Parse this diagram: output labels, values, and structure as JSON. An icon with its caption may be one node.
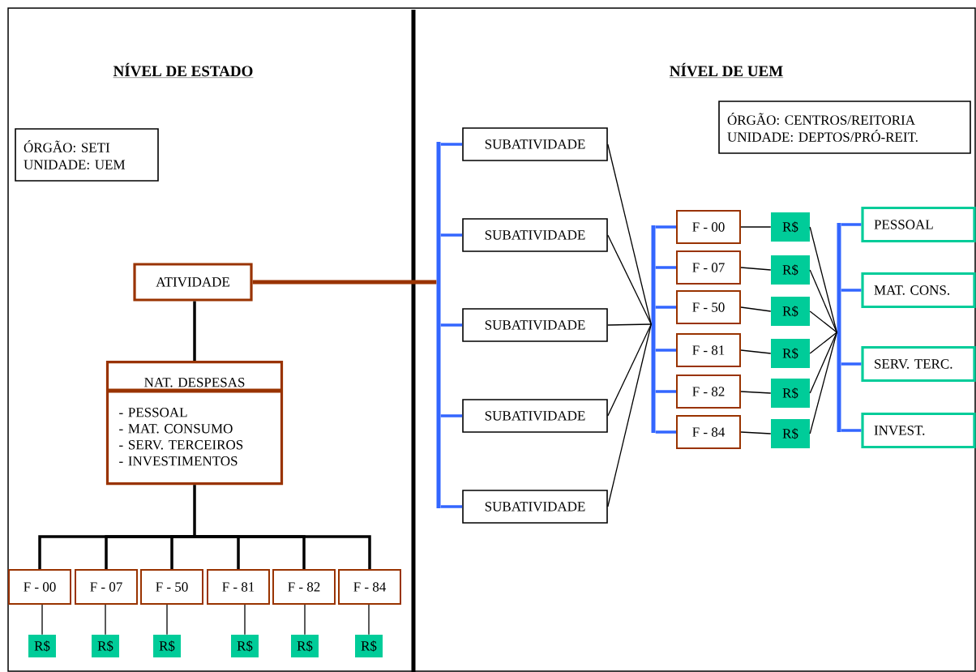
{
  "diagram": {
    "nodes": [
      {
        "text": [
          "ÓRGÃO: SETI",
          "UNIDADE: UEM"
        ]
      },
      {
        "text": [
          "ATIVIDADE"
        ]
      },
      {
        "text": [
          "NAT. DESPESAS",
          "- PESSOAL",
          "- MAT. CONSUMO",
          "- SERV. TERCEIROS",
          "- INVESTIMENTOS"
        ]
      },
      {
        "text": [
          "F - 00"
        ]
      },
      {
        "text": [
          "F - 07"
        ]
      },
      {
        "text": [
          "F - 50"
        ]
      },
      {
        "text": [
          "F - 81"
        ]
      },
      {
        "text": [
          "F - 82"
        ]
      },
      {
        "text": [
          "F - 84"
        ]
      },
      {
        "text": [
          "R$"
        ]
      },
      {
        "text": [
          "R$"
        ]
      },
      {
        "text": [
          "R$"
        ]
      },
      {
        "text": [
          "R$"
        ]
      },
      {
        "text": [
          "R$"
        ]
      },
      {
        "text": [
          "R$"
        ]
      },
      {
        "text": [
          "ÓRGÃO: CENTROS/REITORIA",
          "UNIDADE: DEPTOS/PRÓ-REIT."
        ]
      },
      {
        "text": [
          "SUBATIVIDADE"
        ]
      },
      {
        "text": [
          "SUBATIVIDADE"
        ]
      },
      {
        "text": [
          "SUBATIVIDADE"
        ]
      },
      {
        "text": [
          "SUBATIVIDADE"
        ]
      },
      {
        "text": [
          "SUBATIVIDADE"
        ]
      },
      {
        "text": [
          "F - 00"
        ]
      },
      {
        "text": [
          "F - 07"
        ]
      },
      {
        "text": [
          "F - 50"
        ]
      },
      {
        "text": [
          "F - 81"
        ]
      },
      {
        "text": [
          "F - 82"
        ]
      },
      {
        "text": [
          "F - 84"
        ]
      },
      {
        "text": [
          "R$"
        ]
      },
      {
        "text": [
          "R$"
        ]
      },
      {
        "text": [
          "R$"
        ]
      },
      {
        "text": [
          "R$"
        ]
      },
      {
        "text": [
          "R$"
        ]
      },
      {
        "text": [
          "R$"
        ]
      },
      {
        "text": [
          "PESSOAL"
        ]
      },
      {
        "text": [
          "MAT. CONS."
        ]
      },
      {
        "text": [
          "SERV. TERC."
        ]
      },
      {
        "text": [
          "INVEST."
        ]
      },
      {
        "text": [],
        "shape": "bar"
      },
      {
        "text": [],
        "shape": "bar"
      },
      {
        "text": [],
        "shape": "bar"
      }
    ],
    "edges": [
      {
        "from": 1,
        "to": 2,
        "arrow": "none",
        "style": "thick"
      },
      {
        "from": 2,
        "to": 3,
        "arrow": "none",
        "style": "thick"
      },
      {
        "from": 2,
        "to": 4,
        "arrow": "none",
        "style": "thick"
      },
      {
        "from": 2,
        "to": 5,
        "arrow": "none",
        "style": "thick"
      },
      {
        "from": 2,
        "to": 6,
        "arrow": "none",
        "style": "thick"
      },
      {
        "from": 2,
        "to": 7,
        "arrow": "none",
        "style": "thick"
      },
      {
        "from": 2,
        "to": 8,
        "arrow": "none",
        "style": "thick"
      },
      {
        "from": 3,
        "to": 9,
        "arrow": "none"
      },
      {
        "from": 4,
        "to": 10,
        "arrow": "none"
      },
      {
        "from": 5,
        "to": 11,
        "arrow": "none"
      },
      {
        "from": 6,
        "to": 12,
        "arrow": "none"
      },
      {
        "from": 7,
        "to": 13,
        "arrow": "none"
      },
      {
        "from": 8,
        "to": 14,
        "arrow": "none"
      },
      {
        "from": 1,
        "to": 37,
        "arrow": "none",
        "style": "thick",
        "color": "#993300"
      },
      {
        "from": 37,
        "to": 16,
        "arrow": "none",
        "style": "thick",
        "color": "#3366ff"
      },
      {
        "from": 37,
        "to": 17,
        "arrow": "none",
        "style": "thick",
        "color": "#3366ff"
      },
      {
        "from": 37,
        "to": 18,
        "arrow": "none",
        "style": "thick",
        "color": "#3366ff"
      },
      {
        "from": 37,
        "to": 19,
        "arrow": "none",
        "style": "thick",
        "color": "#3366ff"
      },
      {
        "from": 37,
        "to": 20,
        "arrow": "none",
        "style": "thick",
        "color": "#3366ff"
      },
      {
        "from": 16,
        "to": 38,
        "arrow": "none"
      },
      {
        "from": 17,
        "to": 38,
        "arrow": "none"
      },
      {
        "from": 18,
        "to": 38,
        "arrow": "none"
      },
      {
        "from": 19,
        "to": 38,
        "arrow": "none"
      },
      {
        "from": 20,
        "to": 38,
        "arrow": "none"
      },
      {
        "from": 38,
        "to": 21,
        "arrow": "none",
        "style": "thick",
        "color": "#3366ff"
      },
      {
        "from": 38,
        "to": 22,
        "arrow": "none",
        "style": "thick",
        "color": "#3366ff"
      },
      {
        "from": 38,
        "to": 23,
        "arrow": "none",
        "style": "thick",
        "color": "#3366ff"
      },
      {
        "from": 38,
        "to": 24,
        "arrow": "none",
        "style": "thick",
        "color": "#3366ff"
      },
      {
        "from": 38,
        "to": 25,
        "arrow": "none",
        "style": "thick",
        "color": "#3366ff"
      },
      {
        "from": 38,
        "to": 26,
        "arrow": "none",
        "style": "thick",
        "color": "#3366ff"
      },
      {
        "from": 21,
        "to": 27,
        "arrow": "none"
      },
      {
        "from": 22,
        "to": 28,
        "arrow": "none"
      },
      {
        "from": 23,
        "to": 29,
        "arrow": "none"
      },
      {
        "from": 24,
        "to": 30,
        "arrow": "none"
      },
      {
        "from": 25,
        "to": 31,
        "arrow": "none"
      },
      {
        "from": 26,
        "to": 32,
        "arrow": "none"
      },
      {
        "from": 27,
        "to": 39,
        "arrow": "none"
      },
      {
        "from": 28,
        "to": 39,
        "arrow": "none"
      },
      {
        "from": 29,
        "to": 39,
        "arrow": "none"
      },
      {
        "from": 30,
        "to": 39,
        "arrow": "none"
      },
      {
        "from": 31,
        "to": 39,
        "arrow": "none"
      },
      {
        "from": 32,
        "to": 39,
        "arrow": "none"
      },
      {
        "from": 39,
        "to": 33,
        "arrow": "none",
        "style": "thick",
        "color": "#3366ff"
      },
      {
        "from": 39,
        "to": 34,
        "arrow": "none",
        "style": "thick",
        "color": "#3366ff"
      },
      {
        "from": 39,
        "to": 35,
        "arrow": "none",
        "style": "thick",
        "color": "#3366ff"
      },
      {
        "from": 39,
        "to": 36,
        "arrow": "none",
        "style": "thick",
        "color": "#3366ff"
      }
    ],
    "labels": [
      "NÍVEL DE ESTADO",
      "NÍVEL DE UEM"
    ]
  }
}
